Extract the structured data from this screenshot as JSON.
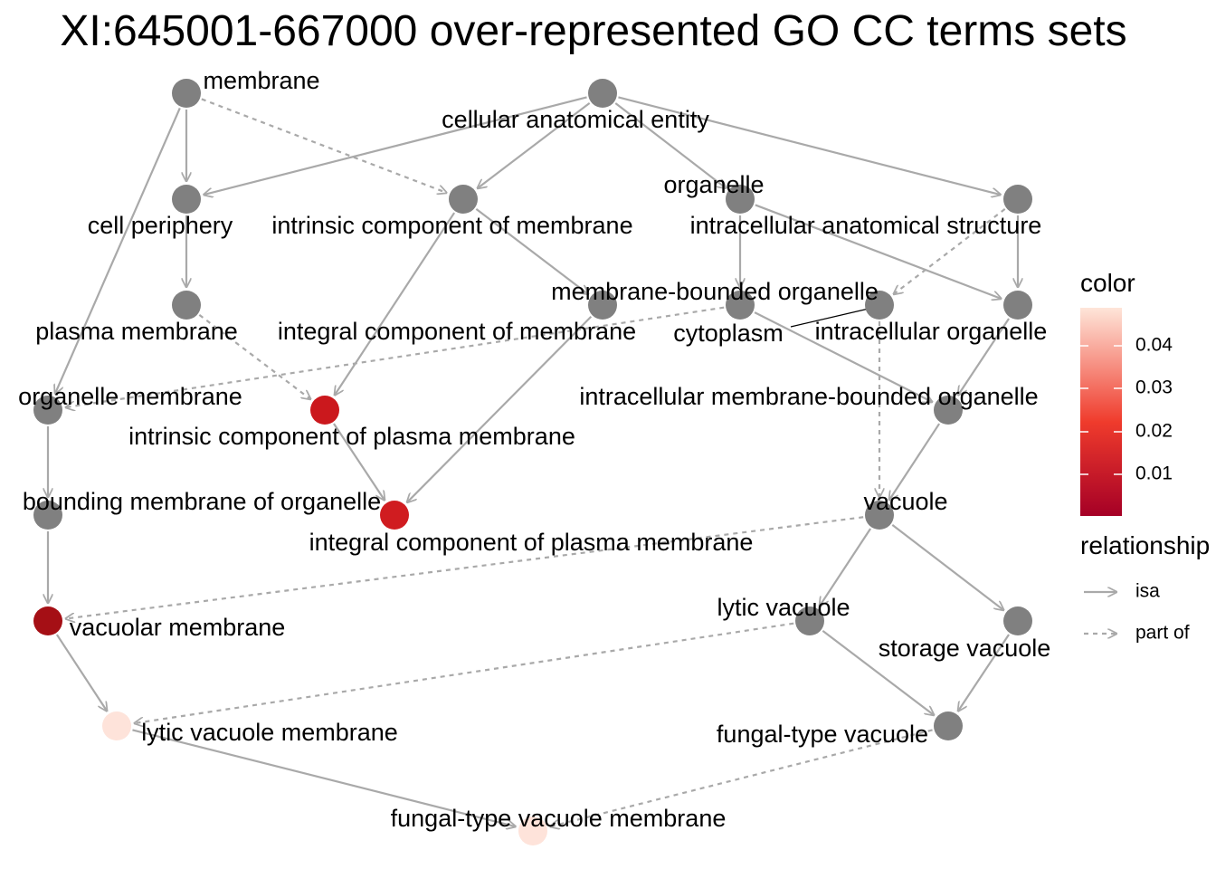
{
  "title": "XI:645001-667000 over-represented GO CC terms sets",
  "nodes": [
    {
      "id": "membrane",
      "label": "membrane",
      "color": "#808080"
    },
    {
      "id": "cae",
      "label": "cellular anatomical entity",
      "color": "#808080"
    },
    {
      "id": "cell_periphery",
      "label": "cell periphery",
      "color": "#808080"
    },
    {
      "id": "icm",
      "label": "intrinsic component of membrane",
      "color": "#808080"
    },
    {
      "id": "organelle",
      "label": "organelle",
      "color": "#808080"
    },
    {
      "id": "ias",
      "label": "intracellular anatomical structure",
      "color": "#808080"
    },
    {
      "id": "plasma_membrane",
      "label": "plasma membrane",
      "color": "#808080"
    },
    {
      "id": "integral_cm",
      "label": "integral component of membrane",
      "color": "#808080"
    },
    {
      "id": "mbo",
      "label": "membrane-bounded organelle",
      "color": "#808080"
    },
    {
      "id": "cytoplasm",
      "label": "cytoplasm",
      "color": "#808080"
    },
    {
      "id": "intracellular_organelle",
      "label": "intracellular organelle",
      "color": "#808080"
    },
    {
      "id": "organelle_membrane",
      "label": "organelle membrane",
      "color": "#808080"
    },
    {
      "id": "icpm",
      "label": "intrinsic component of plasma membrane",
      "color": "#cb181d"
    },
    {
      "id": "imbo",
      "label": "intracellular membrane-bounded organelle",
      "color": "#808080"
    },
    {
      "id": "bmo",
      "label": "bounding membrane of organelle",
      "color": "#808080"
    },
    {
      "id": "integral_cpm",
      "label": "integral component of plasma membrane",
      "color": "#d01c20"
    },
    {
      "id": "vacuole",
      "label": "vacuole",
      "color": "#808080"
    },
    {
      "id": "vacuolar_membrane",
      "label": "vacuolar membrane",
      "color": "#a50f15"
    },
    {
      "id": "lytic_vacuole",
      "label": "lytic vacuole",
      "color": "#808080"
    },
    {
      "id": "storage_vacuole",
      "label": "storage vacuole",
      "color": "#808080"
    },
    {
      "id": "lvm",
      "label": "lytic vacuole membrane",
      "color": "#fee3da"
    },
    {
      "id": "fungal_vacuole",
      "label": "fungal-type vacuole",
      "color": "#808080"
    },
    {
      "id": "fvm",
      "label": "fungal-type vacuole membrane",
      "color": "#fee3da"
    }
  ],
  "edges": [
    {
      "from": "membrane",
      "to": "cell_periphery",
      "type": "isa"
    },
    {
      "from": "membrane",
      "to": "icm",
      "type": "part of"
    },
    {
      "from": "membrane",
      "to": "organelle_membrane",
      "type": "isa"
    },
    {
      "from": "cae",
      "to": "cell_periphery",
      "type": "isa"
    },
    {
      "from": "cae",
      "to": "icm",
      "type": "isa"
    },
    {
      "from": "cae",
      "to": "organelle",
      "type": "isa"
    },
    {
      "from": "cae",
      "to": "ias",
      "type": "isa"
    },
    {
      "from": "cell_periphery",
      "to": "plasma_membrane",
      "type": "isa"
    },
    {
      "from": "icm",
      "to": "integral_cm",
      "type": "isa"
    },
    {
      "from": "icm",
      "to": "icpm",
      "type": "isa"
    },
    {
      "from": "organelle",
      "to": "mbo",
      "type": "isa"
    },
    {
      "from": "organelle",
      "to": "intracellular_organelle",
      "type": "isa"
    },
    {
      "from": "ias",
      "to": "intracellular_organelle",
      "type": "isa"
    },
    {
      "from": "ias",
      "to": "cytoplasm",
      "type": "part of"
    },
    {
      "from": "plasma_membrane",
      "to": "icpm",
      "type": "part of"
    },
    {
      "from": "integral_cm",
      "to": "integral_cpm",
      "type": "isa"
    },
    {
      "from": "icpm",
      "to": "integral_cpm",
      "type": "isa"
    },
    {
      "from": "mbo",
      "to": "organelle_membrane",
      "type": "part of"
    },
    {
      "from": "mbo",
      "to": "imbo",
      "type": "isa"
    },
    {
      "from": "intracellular_organelle",
      "to": "imbo",
      "type": "isa"
    },
    {
      "from": "cytoplasm",
      "to": "vacuole",
      "type": "part of"
    },
    {
      "from": "organelle_membrane",
      "to": "bmo",
      "type": "isa"
    },
    {
      "from": "imbo",
      "to": "vacuole",
      "type": "isa"
    },
    {
      "from": "bmo",
      "to": "vacuolar_membrane",
      "type": "isa"
    },
    {
      "from": "vacuole",
      "to": "vacuolar_membrane",
      "type": "part of"
    },
    {
      "from": "vacuole",
      "to": "lytic_vacuole",
      "type": "isa"
    },
    {
      "from": "vacuole",
      "to": "storage_vacuole",
      "type": "isa"
    },
    {
      "from": "vacuolar_membrane",
      "to": "lvm",
      "type": "isa"
    },
    {
      "from": "lytic_vacuole",
      "to": "lvm",
      "type": "part of"
    },
    {
      "from": "lytic_vacuole",
      "to": "fungal_vacuole",
      "type": "isa"
    },
    {
      "from": "storage_vacuole",
      "to": "fungal_vacuole",
      "type": "isa"
    },
    {
      "from": "lvm",
      "to": "fvm",
      "type": "isa"
    },
    {
      "from": "fungal_vacuole",
      "to": "fvm",
      "type": "part of"
    }
  ],
  "legend": {
    "color_title": "color",
    "color_ticks": [
      "0.04",
      "0.03",
      "0.02",
      "0.01"
    ],
    "colorbar_low": "#a50026",
    "colorbar_mid": "#ef3b2c",
    "colorbar_high": "#fee5d9",
    "relationship_title": "relationship",
    "relationship_items": [
      {
        "label": "isa",
        "style": "solid"
      },
      {
        "label": "part of",
        "style": "dashed"
      }
    ]
  },
  "edge_color": "#a9a9a9"
}
